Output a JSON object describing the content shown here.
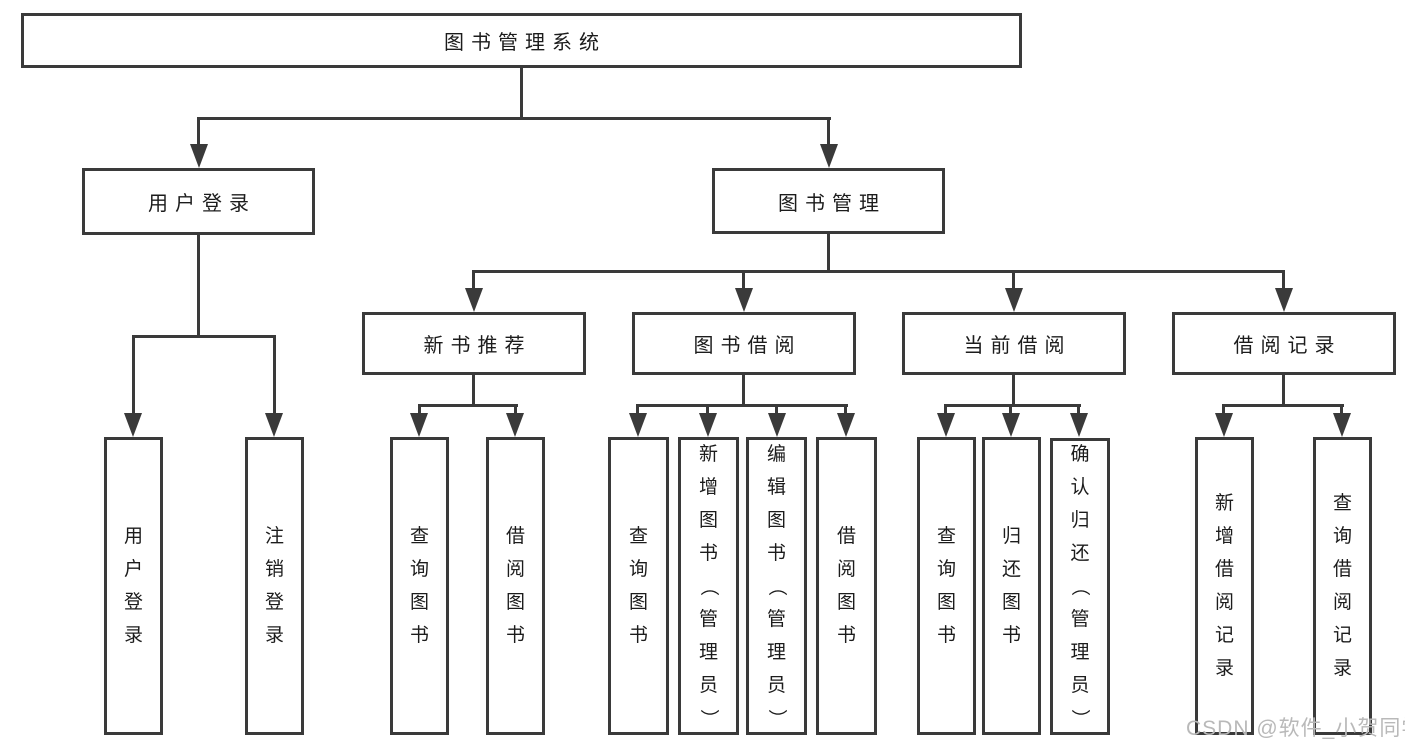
{
  "diagram": {
    "root": "图书管理系统",
    "branches": {
      "user_login": "用户登录",
      "book_mgmt": "图书管理"
    },
    "modules": {
      "new_books": "新书推荐",
      "book_borrow": "图书借阅",
      "current_borrow": "当前借阅",
      "borrow_records": "借阅记录"
    },
    "leaves": {
      "user_login": [
        "用户登录",
        "注销登录"
      ],
      "new_books": [
        "查询图书",
        "借阅图书"
      ],
      "book_borrow": [
        "查询图书",
        "新增图书（管理员）",
        "编辑图书（管理员）",
        "借阅图书"
      ],
      "current_borrow": [
        "查询图书",
        "归还图书",
        "确认归还（管理员）"
      ],
      "borrow_records": [
        "新增借阅记录",
        "查询借阅记录"
      ]
    }
  },
  "watermark": "CSDN @软件_小贺同学",
  "colors": {
    "line": "#3a3a3a",
    "text": "#1c1c1c",
    "watermark": "#b9b9b9",
    "background": "#ffffff"
  }
}
